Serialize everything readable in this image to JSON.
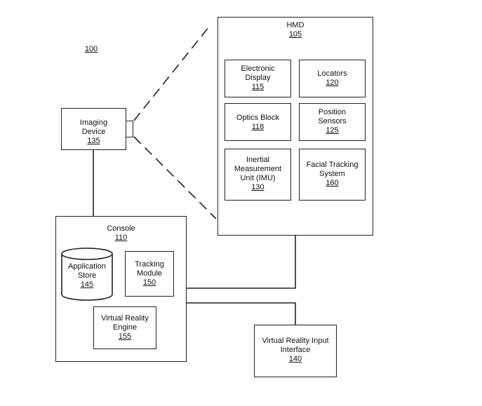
{
  "figure_ref": "100",
  "hmd": {
    "title": "HMD",
    "num": "105"
  },
  "electronic_display": {
    "line1": "Electronic",
    "line2": "Display",
    "num": "115"
  },
  "locators": {
    "line1": "Locators",
    "num": "120"
  },
  "optics_block": {
    "line1": "Optics Block",
    "num": "118"
  },
  "position_sensors": {
    "line1": "Position",
    "line2": "Sensors",
    "num": "125"
  },
  "imu": {
    "line1": "Inertial",
    "line2": "Measurement",
    "line3": "Unit (IMU)",
    "num": "130"
  },
  "facial_tracking": {
    "line1": "Facial Tracking",
    "line2": "System",
    "num": "160"
  },
  "imaging_device": {
    "line1": "Imaging",
    "line2": "Device",
    "num": "135"
  },
  "console": {
    "title": "Console",
    "num": "110"
  },
  "application_store": {
    "line1": "Application",
    "line2": "Store",
    "num": "145"
  },
  "tracking_module": {
    "line1": "Tracking",
    "line2": "Module",
    "num": "150"
  },
  "vr_engine": {
    "line1": "Virtual Reality",
    "line2": "Engine",
    "num": "155"
  },
  "vr_input": {
    "line1": "Virtual Reality Input",
    "line2": "Interface",
    "num": "140"
  }
}
